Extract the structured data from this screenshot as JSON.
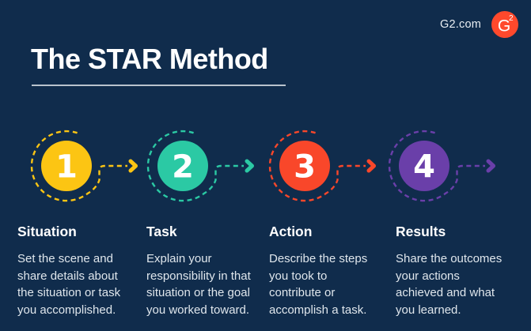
{
  "page": {
    "background_color": "#102c4c"
  },
  "brand": {
    "label": "G2.com",
    "logo_letter": "G",
    "logo_superscript": "2",
    "logo_color": "#ff492c"
  },
  "header": {
    "title": "The STAR Method"
  },
  "steps": [
    {
      "number": "1",
      "color": "#fcc513",
      "title": "Situation",
      "description": "Set the scene and\nshare details about\nthe situation or task\nyou accomplished."
    },
    {
      "number": "2",
      "color": "#2bc9a4",
      "title": "Task",
      "description": "Explain your\nresponsibility in that\nsituation or the goal\nyou worked toward."
    },
    {
      "number": "3",
      "color": "#f9472a",
      "title": "Action",
      "description": "Describe the steps\nyou took to\ncontribute or\naccomplish a task."
    },
    {
      "number": "4",
      "color": "#6a3fa9",
      "title": "Results",
      "description": "Share the outcomes\nyour actions\nachieved and what\nyou learned."
    }
  ]
}
